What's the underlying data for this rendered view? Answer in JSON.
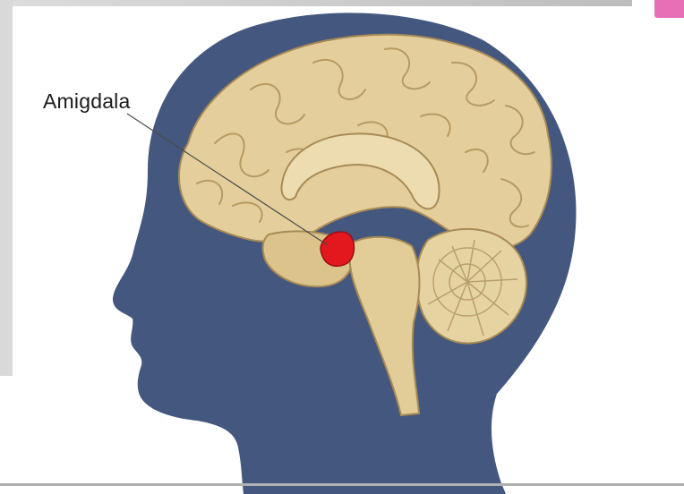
{
  "labels": {
    "amygdala": "Amigdala"
  },
  "colors": {
    "head_silhouette": "#44577f",
    "brain_tissue": "#e4cf9c",
    "amygdala_highlight": "#e3181f",
    "slide_corner_accent": "#e86fb5"
  },
  "icons": {
    "head": "human-head-profile",
    "brain": "brain-sagittal-section"
  }
}
